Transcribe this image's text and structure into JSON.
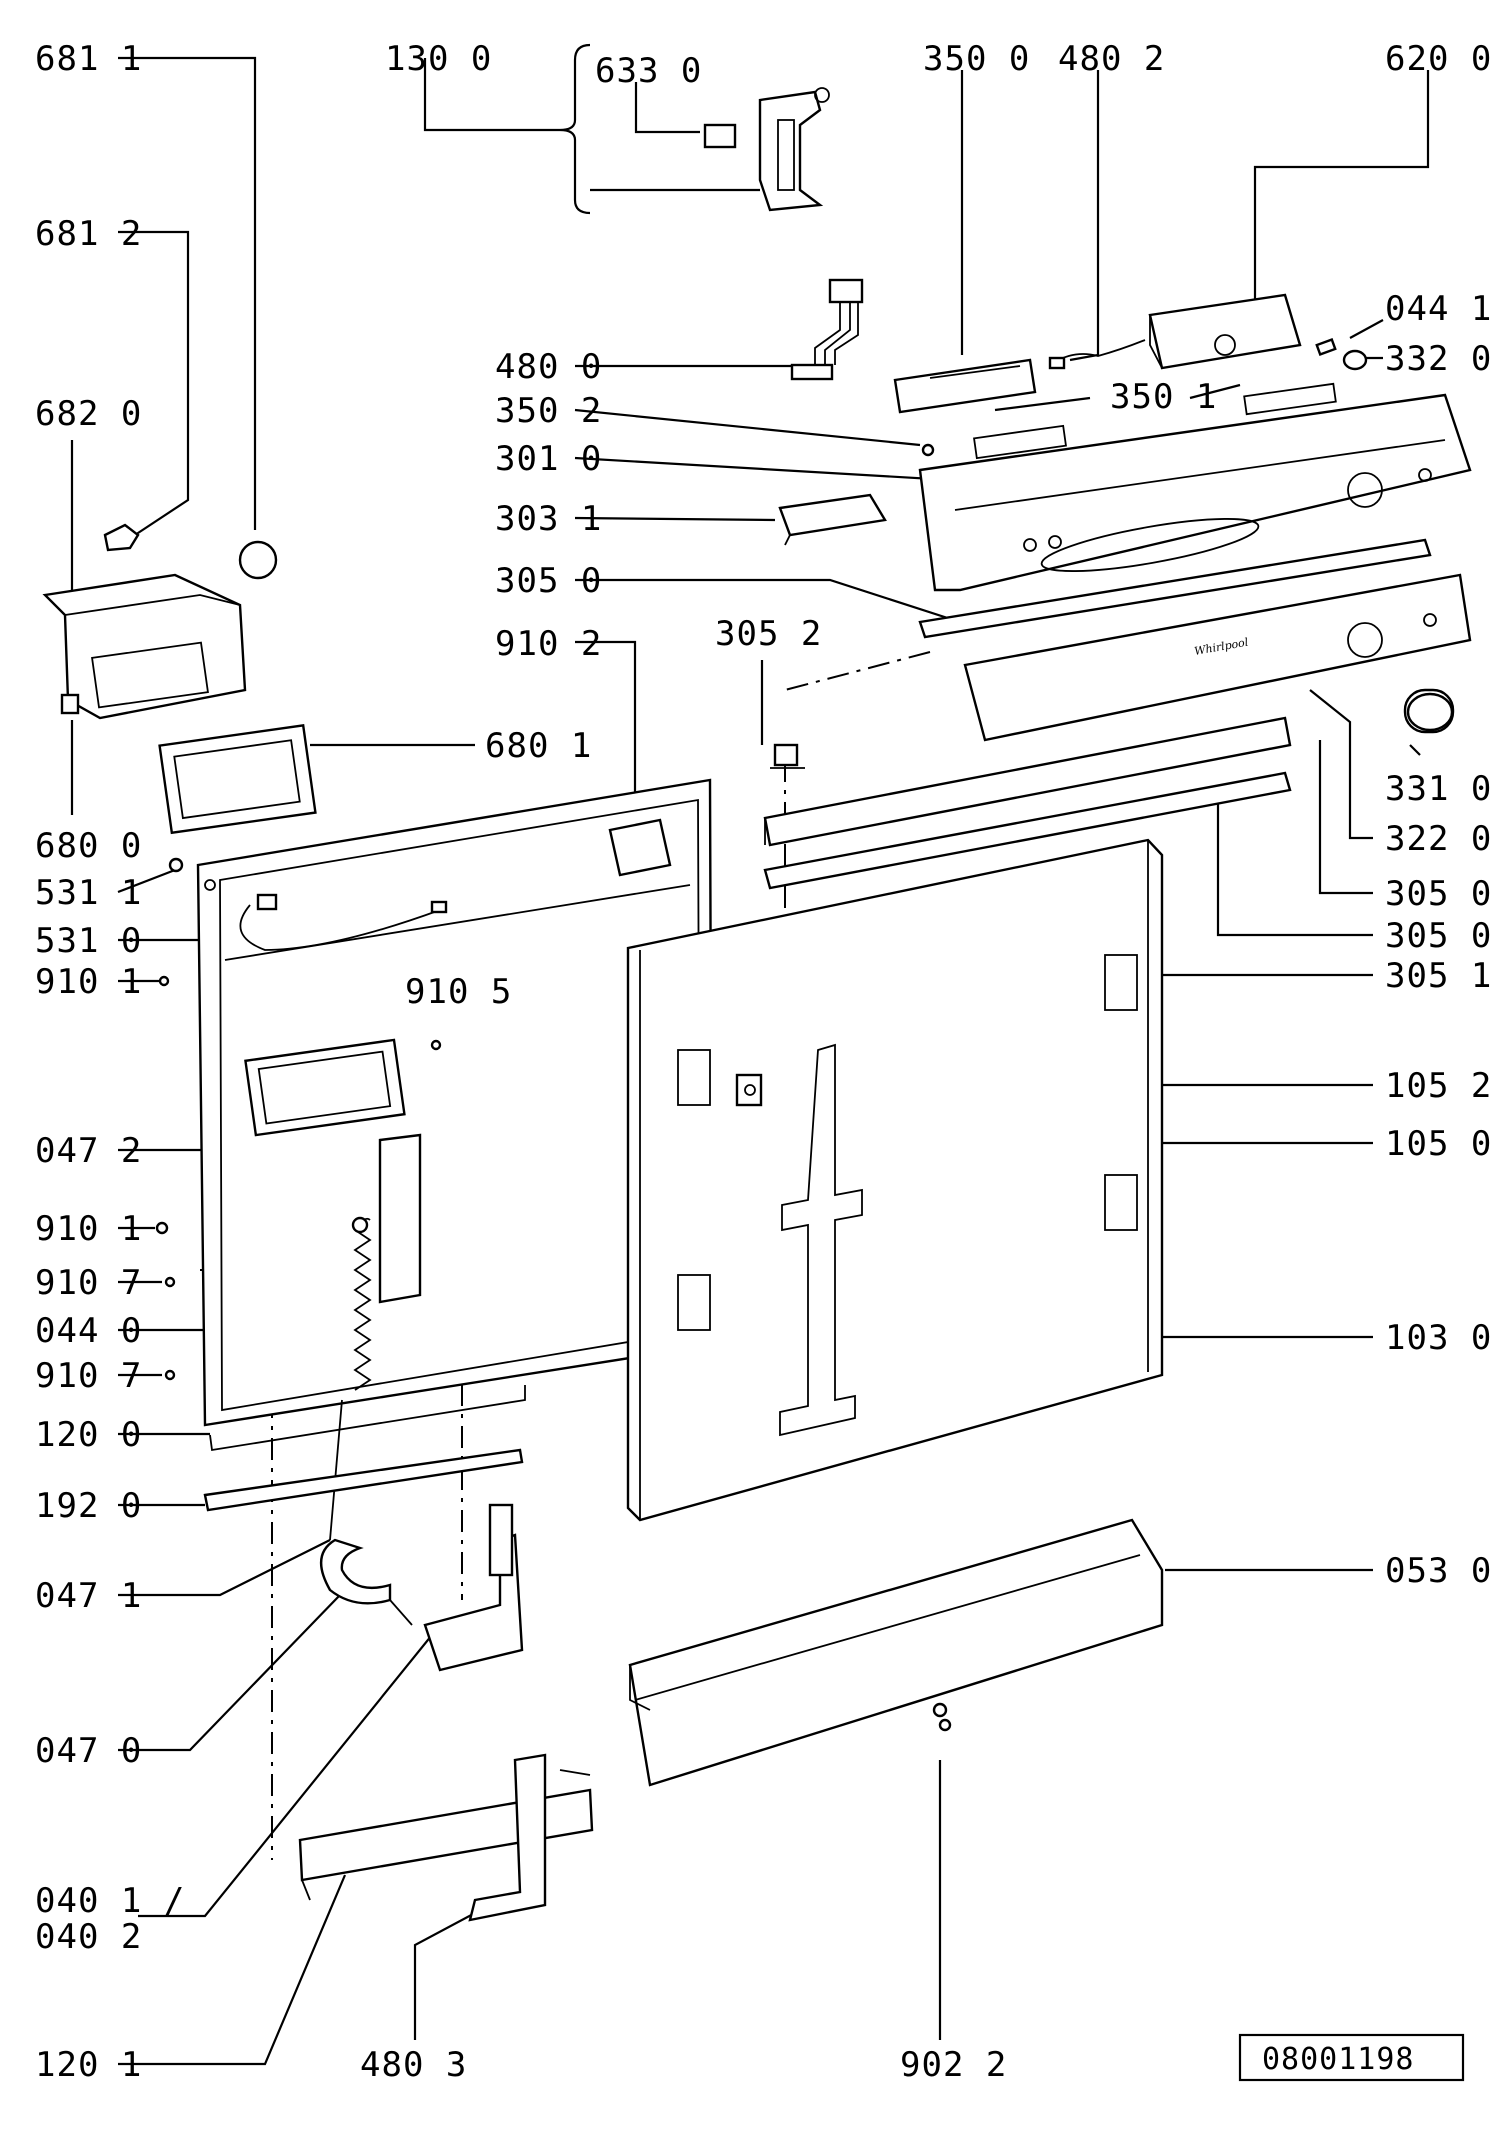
{
  "labels": {
    "l681_1": "681 1",
    "l130_0": "130 0",
    "l633_0": "633 0",
    "l350_0": "350 0",
    "l480_2": "480 2",
    "l620_0": "620 0",
    "l681_2": "681 2",
    "l044_1": "044 1",
    "l332_0": "332 0",
    "l480_0": "480 0",
    "l350_2": "350 2",
    "l350_1": "350 1",
    "l682_0": "682 0",
    "l301_0": "301 0",
    "l303_1": "303 1",
    "l305_0a": "305 0",
    "l910_2": "910 2",
    "l305_2": "305 2",
    "l680_1": "680 1",
    "l331_0": "331 0",
    "l680_0": "680 0",
    "l322_0": "322 0",
    "l531_1": "531 1",
    "l305_0b": "305 0",
    "l531_0": "531 0",
    "l305_0c": "305 0",
    "l910_1a": "910 1",
    "l910_5": "910 5",
    "l305_1": "305 1",
    "l105_2": "105 2",
    "l047_2": "047 2",
    "l105_0": "105 0",
    "l910_1b": "910 1",
    "l910_7a": "910 7",
    "l044_0": "044 0",
    "l103_0": "103 0",
    "l910_7b": "910 7",
    "l120_0": "120 0",
    "l192_0": "192 0",
    "l047_1": "047 1",
    "l053_0": "053 0",
    "l047_0": "047 0",
    "l040_1": "040 1 /",
    "l040_2": "040 2",
    "l120_1": "120 1",
    "l480_3": "480 3",
    "l902_2": "902 2",
    "panel_brand": "Whirlpool"
  },
  "drawing_code": "08001198"
}
